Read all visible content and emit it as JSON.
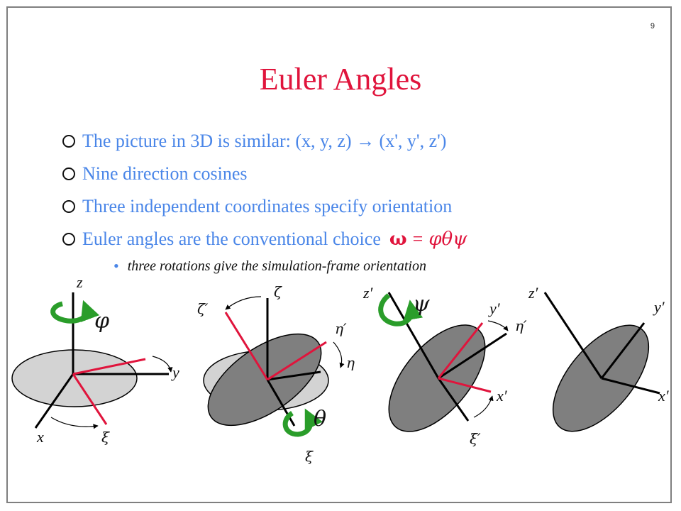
{
  "slide": {
    "page_number": "9",
    "title": "Euler Angles",
    "bullets": [
      {
        "text": "The picture in 3D is similar:  (x, y, z)  → (x', y', z')"
      },
      {
        "text": "Nine direction cosines"
      },
      {
        "text": "Three independent coordinates specify orientation"
      },
      {
        "text": "Euler angles are the conventional choice",
        "omega": "ω",
        "eq": "=",
        "angles": "φθψ"
      }
    ],
    "sub_bullet": "three rotations give the simulation-frame orientation"
  },
  "diagram": {
    "labels": {
      "z": "z",
      "y": "y",
      "x": "x",
      "xi": "ξ",
      "phi": "φ",
      "zeta_prime": "ζ′",
      "zeta": "ζ",
      "eta_prime": "η′",
      "eta": "η",
      "theta": "θ",
      "xi2": "ξ",
      "z_prime": "z′",
      "psi": "ψ",
      "y_prime": "y′",
      "eta_prime2": "η′",
      "x_prime": "x′",
      "xi_prime": "ξ′",
      "z_prime2": "z′",
      "y_prime2": "y′",
      "x_prime2": "x′"
    },
    "colors": {
      "axes": "#000000",
      "rotated_axes": "#e0143c",
      "rotation_arrow": "#2a9d2a",
      "disk_light": "#d3d3d3",
      "disk_dark": "#7f7f7f"
    }
  }
}
